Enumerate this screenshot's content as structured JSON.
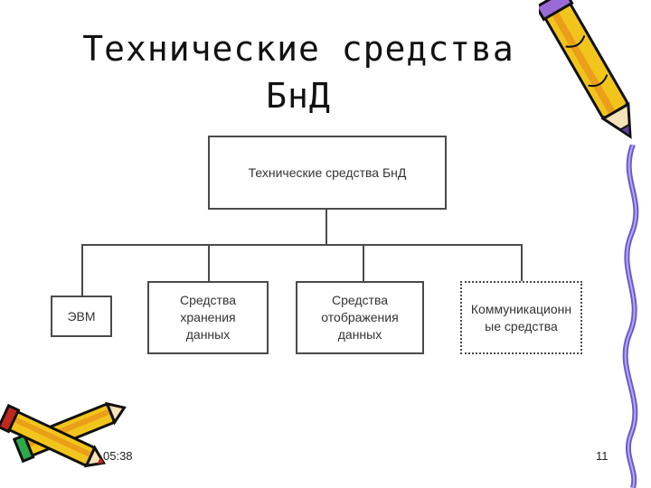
{
  "slide": {
    "title_line1": "Технические средства",
    "title_line2": "БнД",
    "time": "05:38",
    "page_number": "11"
  },
  "diagram": {
    "root": "Технические средства БнД",
    "children": [
      {
        "label": "ЭВМ",
        "style": "solid"
      },
      {
        "label": "Средства хранения данных",
        "style": "solid"
      },
      {
        "label": "Средства отображения данных",
        "style": "solid"
      },
      {
        "label": "Коммуникационные средства",
        "style": "dotted"
      }
    ]
  },
  "colors": {
    "pencil_yellow": "#f2c51c",
    "pencil_orange": "#e8941a",
    "vine_purple": "#6a5acd",
    "border": "#4a4a4a"
  },
  "icons": [
    "pencil-icon",
    "crossed-pencils-icon",
    "vine-decoration"
  ]
}
